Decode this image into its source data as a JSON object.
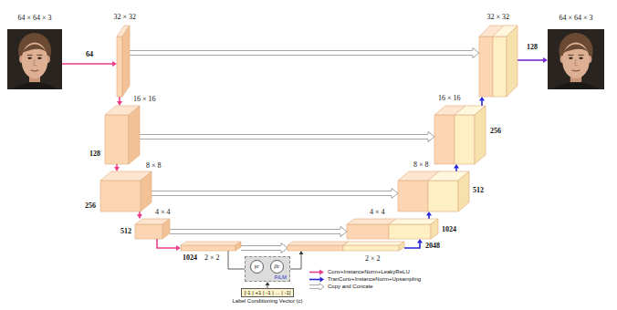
{
  "diagram": {
    "nodes": [
      {
        "text": [
          "64 × 64 × 3"
        ]
      },
      {
        "text": [
          "32 × 32",
          "64"
        ]
      },
      {
        "text": [
          "16 × 16",
          "128"
        ]
      },
      {
        "text": [
          "8 × 8",
          "256"
        ]
      },
      {
        "text": [
          "4 × 4",
          "512"
        ]
      },
      {
        "text": [
          "2 × 2",
          "1024"
        ]
      },
      {
        "text": [
          "FiLM"
        ]
      },
      {
        "text": [
          "γc"
        ],
        "in": 6
      },
      {
        "text": [
          "βc"
        ],
        "in": 6
      },
      {
        "text": [
          "[-1 | +1 | -1 | ... | -1]",
          "Label Conditioning Vector (c)"
        ]
      },
      {
        "text": [
          "2 × 2",
          "2048"
        ]
      },
      {
        "text": [
          "4 × 4",
          "1024"
        ]
      },
      {
        "text": [
          "8 × 8",
          "512"
        ]
      },
      {
        "text": [
          "16 × 16",
          "256"
        ]
      },
      {
        "text": [
          "32 × 32",
          "128"
        ]
      },
      {
        "text": [
          "64 × 64 × 3"
        ]
      }
    ],
    "edges": [
      {
        "from": 0,
        "to": 1,
        "arrow": "to"
      },
      {
        "from": 1,
        "to": 2,
        "arrow": "to"
      },
      {
        "from": 2,
        "to": 3,
        "arrow": "to"
      },
      {
        "from": 3,
        "to": 4,
        "arrow": "to"
      },
      {
        "from": 4,
        "to": 5,
        "arrow": "to"
      },
      {
        "from": 1,
        "to": 14,
        "arrow": "to"
      },
      {
        "from": 2,
        "to": 13,
        "arrow": "to"
      },
      {
        "from": 3,
        "to": 12,
        "arrow": "to"
      },
      {
        "from": 4,
        "to": 11,
        "arrow": "to"
      },
      {
        "from": 5,
        "to": 10,
        "arrow": "to"
      },
      {
        "from": 5,
        "to": 6,
        "arrow": "none"
      },
      {
        "from": 9,
        "to": 6,
        "arrow": "to"
      },
      {
        "from": 6,
        "to": 10,
        "arrow": "to"
      },
      {
        "from": 10,
        "to": 11,
        "arrow": "to"
      },
      {
        "from": 11,
        "to": 12,
        "arrow": "to"
      },
      {
        "from": 12,
        "to": 13,
        "arrow": "to"
      },
      {
        "from": 13,
        "to": 14,
        "arrow": "to"
      },
      {
        "from": 14,
        "to": 15,
        "arrow": "to"
      }
    ],
    "legend": [
      {
        "text": "Conv+InstanceNorm+LeakyReLU"
      },
      {
        "text": "TranConv+InstanceNorm+Upsampling"
      },
      {
        "text": "Copy and Concate"
      }
    ]
  }
}
